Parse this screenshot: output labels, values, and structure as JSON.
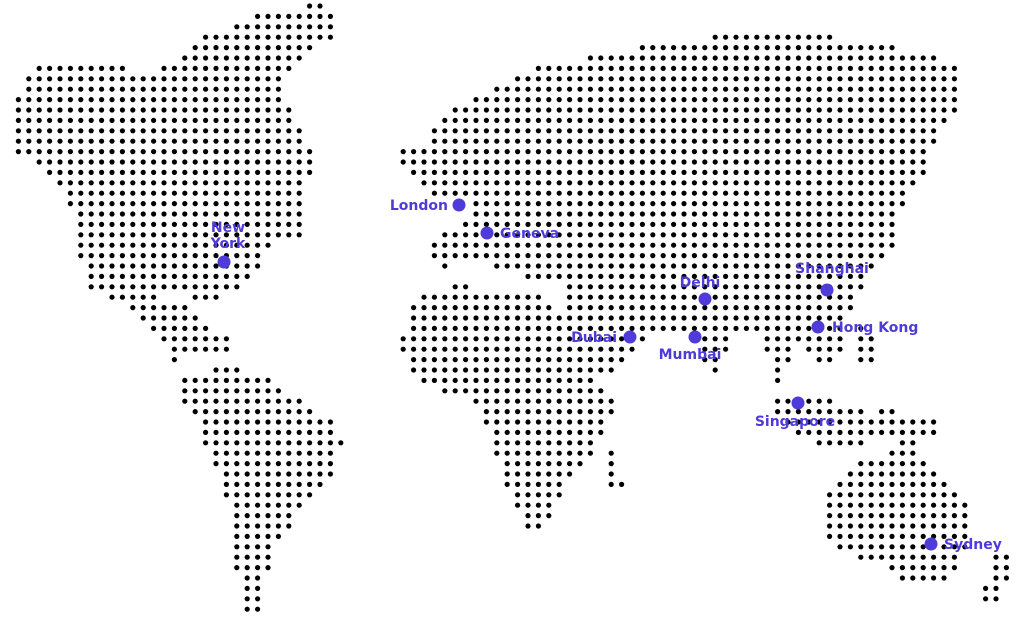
{
  "map": {
    "land_color": "#000000",
    "marker_color": "#4f3bd9",
    "cities": [
      {
        "id": "new-york",
        "lines": [
          "New",
          "York"
        ]
      },
      {
        "id": "london",
        "lines": [
          "London"
        ]
      },
      {
        "id": "geneva",
        "lines": [
          "Geneva"
        ]
      },
      {
        "id": "delhi",
        "lines": [
          "Delhi"
        ]
      },
      {
        "id": "dubai",
        "lines": [
          "Dubai"
        ]
      },
      {
        "id": "mumbai",
        "lines": [
          "Mumbai"
        ]
      },
      {
        "id": "shanghai",
        "lines": [
          "Shanghai"
        ]
      },
      {
        "id": "hong-kong",
        "lines": [
          "Hong Kong"
        ]
      },
      {
        "id": "singapore",
        "lines": [
          "Singapore"
        ]
      },
      {
        "id": "sydney",
        "lines": [
          "Sydney"
        ]
      }
    ]
  }
}
